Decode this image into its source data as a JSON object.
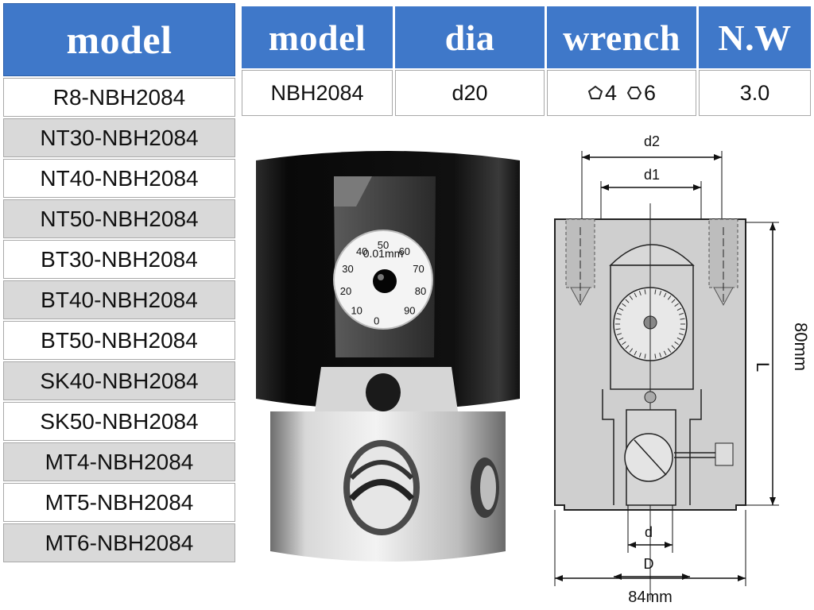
{
  "left_table": {
    "header": "model",
    "rows": [
      "R8-NBH2084",
      "NT30-NBH2084",
      "NT40-NBH2084",
      "NT50-NBH2084",
      "BT30-NBH2084",
      "BT40-NBH2084",
      "BT50-NBH2084",
      "SK40-NBH2084",
      "SK50-NBH2084",
      "MT4-NBH2084",
      "MT5-NBH2084",
      "MT6-NBH2084"
    ]
  },
  "spec_table": {
    "headers": [
      "model",
      "dia",
      "wrench",
      "N.W"
    ],
    "row": {
      "model": "NBH2084",
      "dia": "d20",
      "wrench_a": "4",
      "wrench_b": "6",
      "nw": "3.0"
    }
  },
  "dial": {
    "label": "0.01mm",
    "numbers": [
      "0",
      "10",
      "20",
      "30",
      "40",
      "50",
      "60",
      "70",
      "80",
      "90"
    ]
  },
  "drawing": {
    "d2": "d2",
    "d1": "d1",
    "height": "80mm",
    "L": "L",
    "d": "d",
    "D": "D",
    "width": "84mm"
  },
  "colors": {
    "header_blue": "#3f78c9",
    "row_gray": "#d9d9d9",
    "body_black": "#141414",
    "steel": "#c9c9c9"
  }
}
